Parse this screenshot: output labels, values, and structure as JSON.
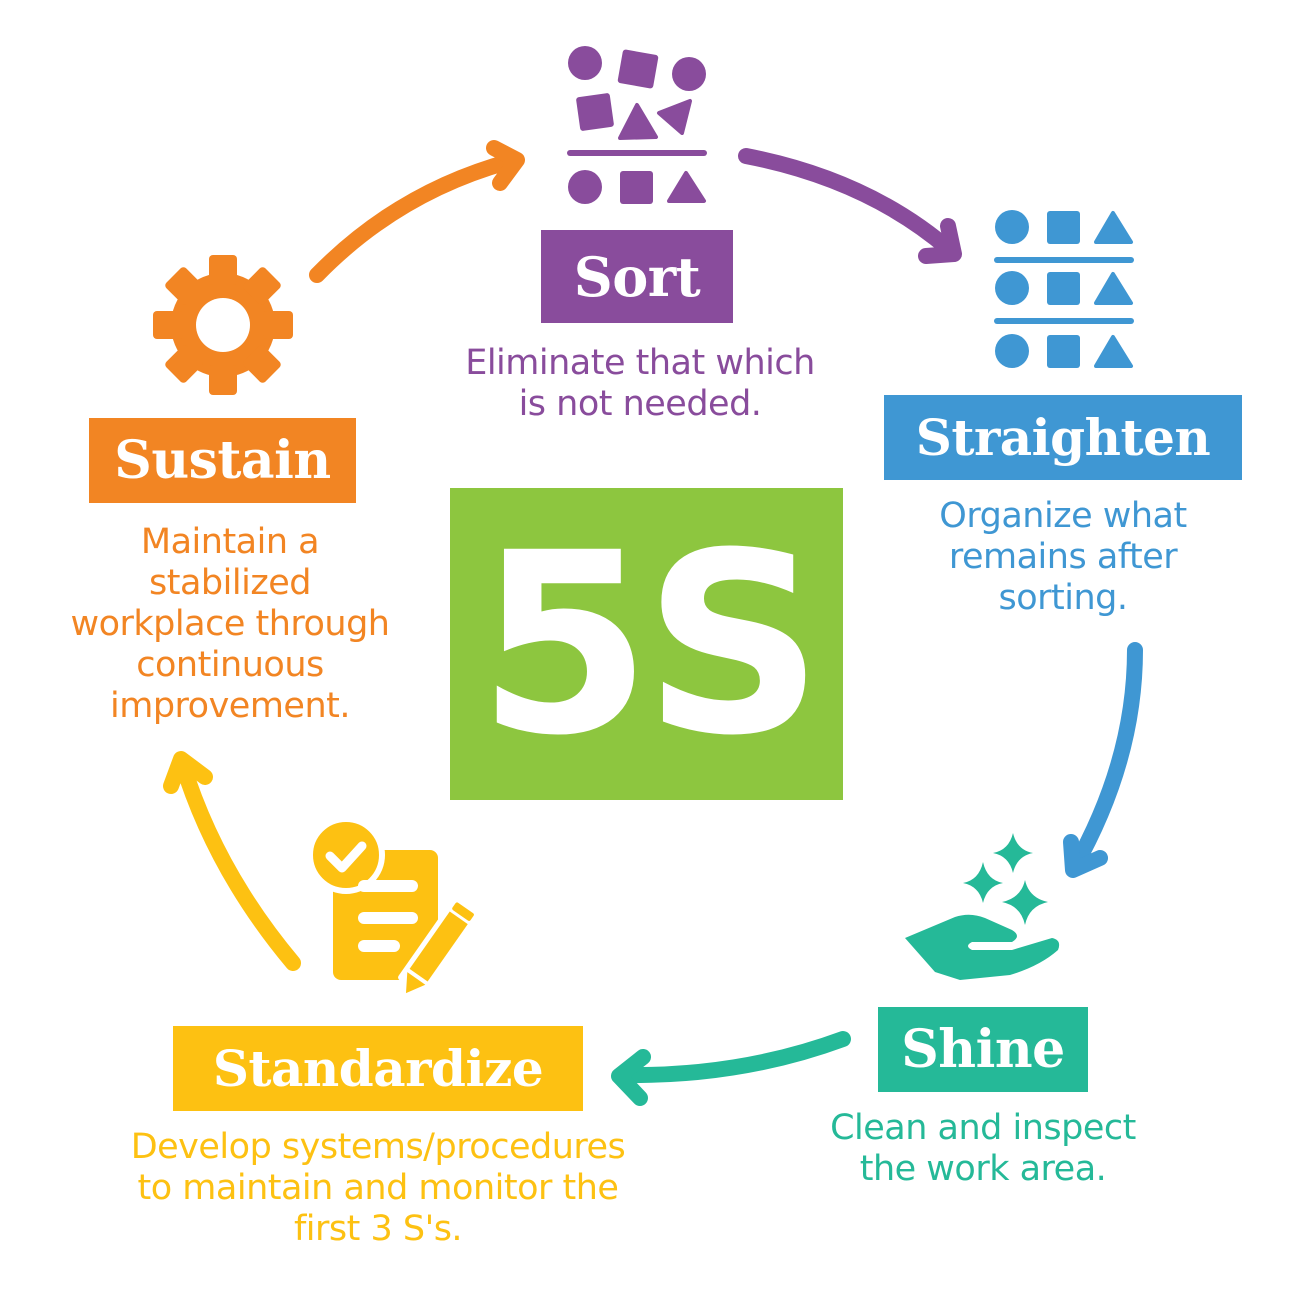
{
  "diagram": {
    "title": "5S",
    "type": "cycle",
    "center": {
      "label": "5S",
      "color": "#8dc63f"
    },
    "steps": [
      {
        "id": "sort",
        "label": "Sort",
        "color": "#894c9c",
        "icon": "sorting-shapes-icon",
        "description": [
          "Eliminate that which",
          "is not needed."
        ]
      },
      {
        "id": "straighten",
        "label": "Straighten",
        "color": "#3f97d3",
        "icon": "organized-shapes-icon",
        "description": [
          "Organize what",
          "remains after",
          "sorting."
        ]
      },
      {
        "id": "shine",
        "label": "Shine",
        "color": "#25b998",
        "icon": "hand-sparkles-icon",
        "description": [
          "Clean and inspect",
          "the work area."
        ]
      },
      {
        "id": "standardize",
        "label": "Standardize",
        "color": "#fdc112",
        "icon": "checklist-pencil-icon",
        "description": [
          "Develop systems/procedures",
          "to maintain and monitor the",
          "first 3 S's."
        ]
      },
      {
        "id": "sustain",
        "label": "Sustain",
        "color": "#f28523",
        "icon": "gear-icon",
        "description": [
          "Maintain a",
          "stabilized",
          "workplace through",
          "continuous",
          "improvement."
        ]
      }
    ],
    "arrows": [
      {
        "from": "sort",
        "to": "straighten",
        "color": "#894c9c"
      },
      {
        "from": "straighten",
        "to": "shine",
        "color": "#3f97d3"
      },
      {
        "from": "shine",
        "to": "standardize",
        "color": "#25b998"
      },
      {
        "from": "standardize",
        "to": "sustain",
        "color": "#fdc112"
      },
      {
        "from": "sustain",
        "to": "sort",
        "color": "#f28523"
      }
    ]
  }
}
